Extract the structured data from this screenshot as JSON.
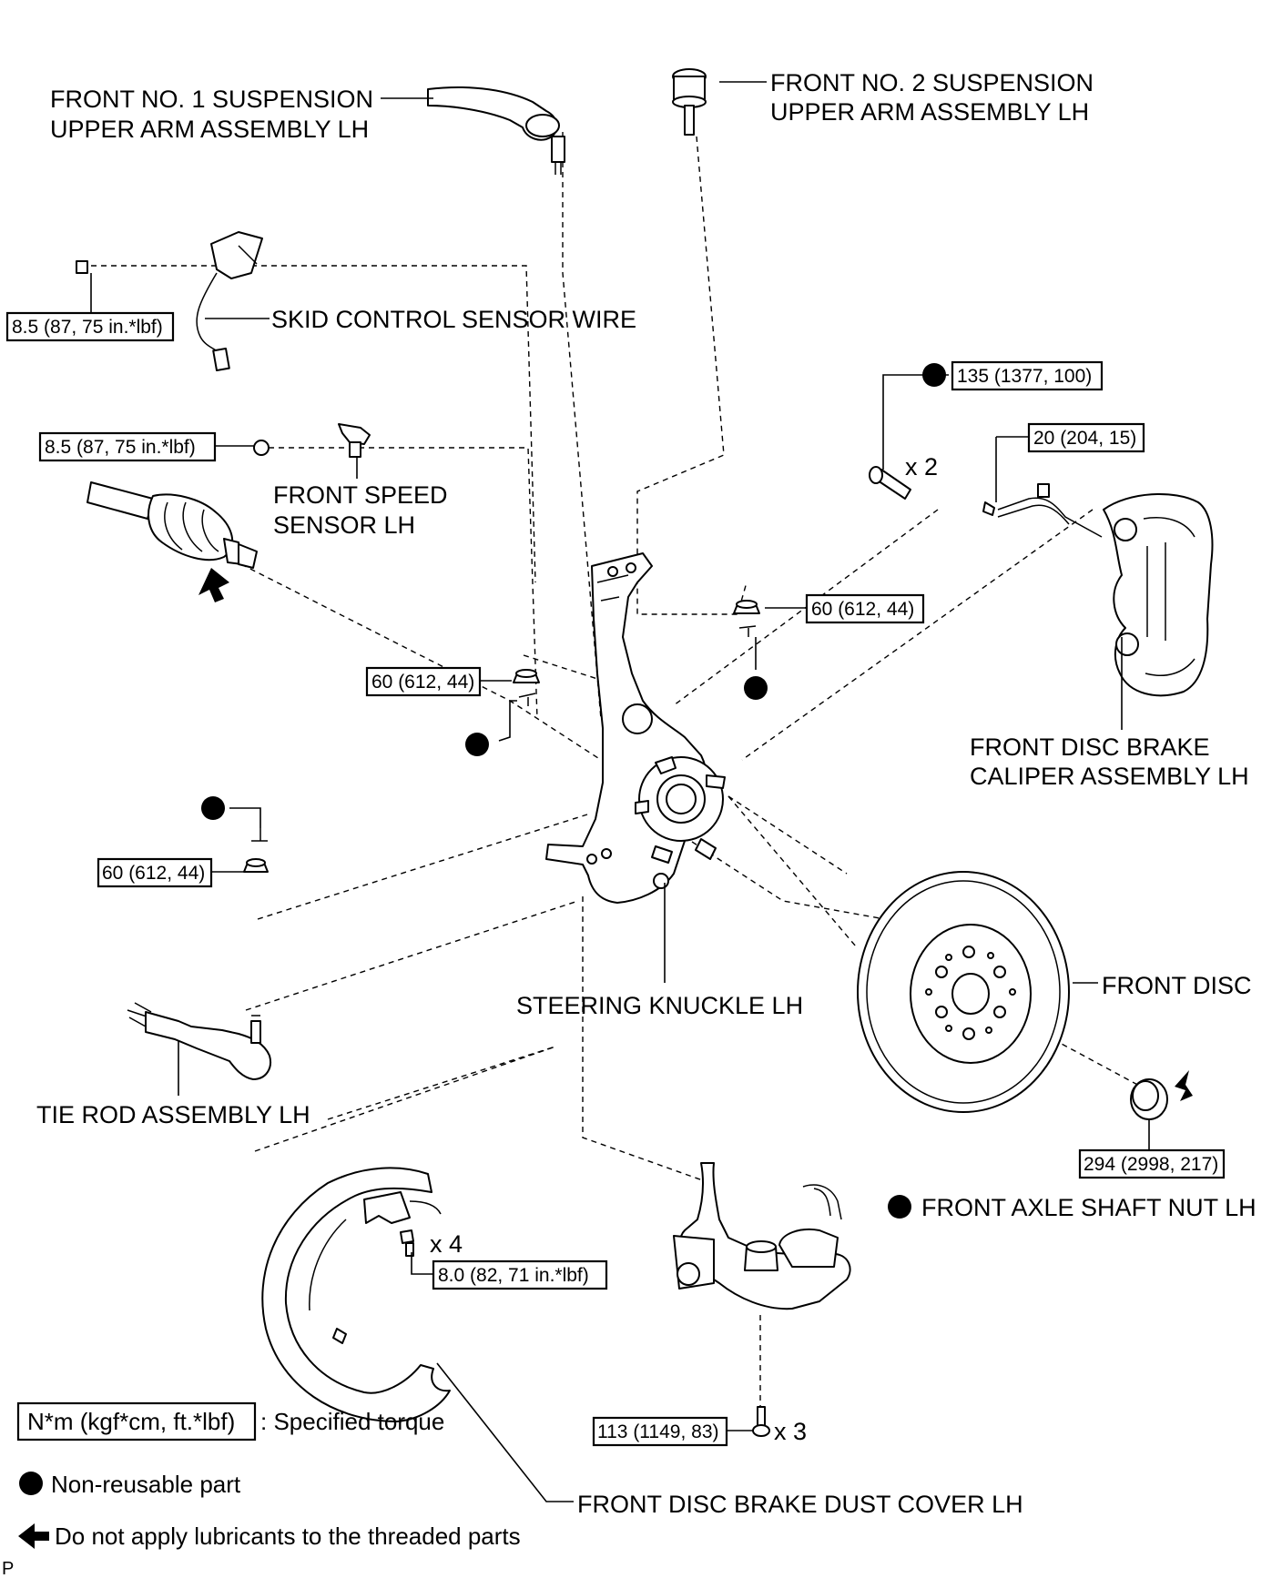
{
  "labels": {
    "upper_arm_1": [
      "FRONT NO. 1 SUSPENSION",
      "UPPER ARM ASSEMBLY LH"
    ],
    "upper_arm_2": [
      "FRONT NO. 2 SUSPENSION",
      "UPPER ARM ASSEMBLY LH"
    ],
    "skid_sensor_wire": "SKID CONTROL SENSOR WIRE",
    "speed_sensor": [
      "FRONT SPEED",
      "SENSOR LH"
    ],
    "caliper": [
      "FRONT DISC BRAKE",
      "CALIPER ASSEMBLY LH"
    ],
    "steering_knuckle": "STEERING KNUCKLE LH",
    "front_disc": "FRONT DISC",
    "tie_rod": "TIE ROD ASSEMBLY LH",
    "axle_nut": "FRONT AXLE SHAFT NUT LH",
    "dust_cover": "FRONT DISC BRAKE DUST COVER LH"
  },
  "torques": {
    "skid_wire_bolt": "8.5 (87, 75 in.*lbf)",
    "speed_sensor_bolt": "8.5 (87, 75 in.*lbf)",
    "caliper_bolt": "135 (1377, 100)",
    "hose_bolt": "20 (204, 15)",
    "upper_nut_right": "60 (612, 44)",
    "upper_nut_left": "60 (612, 44)",
    "tie_rod_nut": "60 (612, 44)",
    "axle_nut": "294 (2998, 217)",
    "dust_cover_bolt": "8.0 (82, 71 in.*lbf)",
    "lower_arm_bolt": "113 (1149, 83)"
  },
  "quantities": {
    "caliper_bolt": "x 2",
    "dust_cover_bolt": "x 4",
    "lower_arm_bolt": "x 3"
  },
  "legend": {
    "torque_unit": "N*m (kgf*cm, ft.*lbf)",
    "torque_text": ": Specified torque",
    "non_reusable": "Non-reusable part",
    "no_lubricant": "Do not apply lubricants to the threaded parts"
  },
  "corner_mark": "P"
}
